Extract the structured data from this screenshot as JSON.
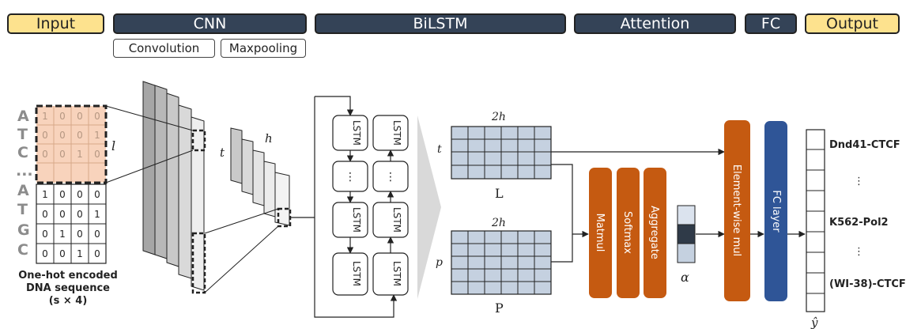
{
  "stages": {
    "input": "Input",
    "cnn": "CNN",
    "bilstm": "BiLSTM",
    "attention": "Attention",
    "fc": "FC",
    "output": "Output"
  },
  "cnn_sub": {
    "conv": "Convolution",
    "pool": "Maxpooling"
  },
  "input": {
    "letters": [
      "A",
      "T",
      "C",
      "...",
      "A",
      "T",
      "G",
      "C"
    ],
    "top_rows": [
      [
        "1",
        "0",
        "0",
        "0"
      ],
      [
        "0",
        "0",
        "0",
        "1"
      ],
      [
        "0",
        "0",
        "1",
        "0"
      ],
      [
        "",
        "",
        "",
        ""
      ]
    ],
    "bottom_rows": [
      [
        "1",
        "0",
        "0",
        "0"
      ],
      [
        "0",
        "0",
        "0",
        "1"
      ],
      [
        "0",
        "1",
        "0",
        "0"
      ],
      [
        "0",
        "0",
        "1",
        "0"
      ]
    ],
    "kernel_label": "l",
    "caption_line1": "One-hot encoded",
    "caption_line2": "DNA sequence",
    "caption_line3": "(s × 4)"
  },
  "cnn": {
    "t_label": "t",
    "h_label": "h"
  },
  "lstm": {
    "cell_label": "LSTM",
    "dots": "⋮"
  },
  "attention": {
    "width_label_top": "2h",
    "width_label_bottom": "2h",
    "t_label": "t",
    "p_label": "p",
    "L_label": "L",
    "P_label": "P",
    "ops": [
      "Matmul",
      "Softmax",
      "Aggregate"
    ],
    "alpha_label": "α",
    "elementwise_label": "Element-wise mul"
  },
  "fc": {
    "label": "FC layer"
  },
  "output": {
    "labels": [
      "Dnd41-CTCF",
      "⋮",
      "K562-Pol2",
      "⋮",
      "(WI-38)-CTCF"
    ],
    "yhat": "ŷ"
  },
  "colors": {
    "stage_dark": "#344357",
    "stage_yellow": "#fde28e",
    "kernel_fill": "#f8d3bc",
    "matrix_fill": "#c5d1e0",
    "orange": "#c55a11",
    "blue": "#2f5597",
    "alpha_dark": "#2f3a48"
  }
}
